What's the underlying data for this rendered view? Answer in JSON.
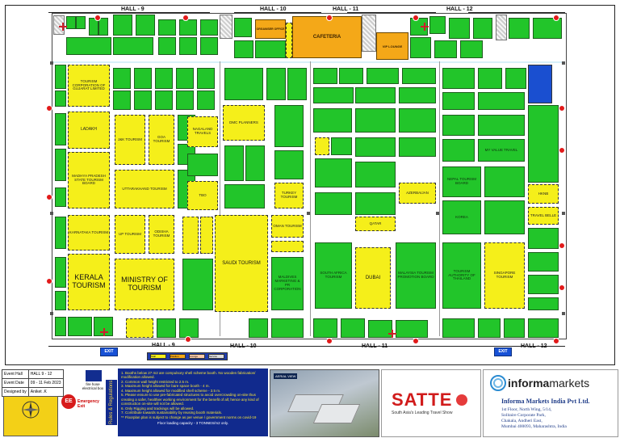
{
  "halls": {
    "top": [
      "HALL - 9",
      "HALL - 10",
      "HALL - 11",
      "HALL - 12"
    ],
    "bottom": [
      "HALL - 9",
      "HALL - 10",
      "HALL - 11",
      "HALL - 12"
    ]
  },
  "features": {
    "cafeteria": "CAFETERIA",
    "organiser": "ORGANISER OFFICE",
    "vip": "VIP LOUNGE",
    "exit_left": "EXIT",
    "exit_right": "EXIT"
  },
  "pavilions": {
    "corp_gujarat": "TOURISM CORPORATION OF GUJARAT LIMITED",
    "ladakh": "LADAKH",
    "jk": "J&K TOURISM",
    "goa": "GOA TOURISM",
    "mp": "MADHYA PRADESH STATE TOURISM BOARD",
    "uttarakhand": "UTTARAKHAND TOURISM",
    "karnataka": "KARNATAKA TOURISM",
    "up": "UP TOURISM",
    "odisha": "ODISHA TOURISM",
    "kerala": "KERALA TOURISM",
    "ministry": "MINISTRY OF TOURISM",
    "saudi": "SAUDI TOURISM",
    "nagaland": "NAGALAND TRAVELS",
    "tbo": "TBO",
    "dmc_planners": "DMC PLANNERS",
    "maldives": "MALDIVES MARKETING & PR CORPORATION",
    "turkey": "TURKEY TOURISM",
    "oman": "OMAN TOURISM",
    "south_africa": "SOUTH AFRICA TOURISM",
    "dubai": "DUBAI",
    "qatar": "QATAR",
    "azerbaijan": "AZERBAIJAN",
    "thailand": "TOURISM AUTHORITY OF THAILAND",
    "malaysia": "MALAYSIA TOURISM PROMOTION BOARD",
    "singapore": "SINGAPORE TOURISM",
    "nepal": "NEPAL TOURISM BOARD",
    "korea": "KOREA",
    "my_value": "MY VALUE TRAVEL",
    "hknb": "HKNB",
    "travel": "TRAVEL BELLE"
  },
  "legend": {
    "items": [
      "Stall",
      "Pavilion",
      "Lounge",
      "Service"
    ]
  },
  "info_table": [
    {
      "label": "Event Hall",
      "value": "HALL 9 - 12"
    },
    {
      "label": "Event Date",
      "value": "09 - 11 Feb 2023"
    },
    {
      "label": "Designed by",
      "value": "Aniket .K"
    }
  ],
  "fire_box": "fire hose electrical box",
  "emergency": "Emergency Exit",
  "ee_icon": "EE",
  "notes": {
    "items": [
      "1. Booths below 27 m2 are compulsory shell scheme booth. No wooden fabrication/ modification allowed.",
      "2. Common wall height restricted to 2.5 m.",
      "3. Maximum height allowed for bare space booth - 4 m.",
      "4. Maximum height allowed for modified shell scheme - 3.5 m.",
      "5. Please ensure to use pre-fabricated structures to avoid overcrowding on-site thus creating a safer, healthier working environment for the benefit of all; hence any kind of construction on-site will not be allowed.",
      "6. Only Rigging and trackings will be allowed.",
      "7. Contribute towards sustainability by reusing booth materials.",
      "** Floorplan plan is subject to change as per venue / government norms on covid-19"
    ],
    "capacity": "Floor loading capacity - 3 TONNES/m2 only."
  },
  "side_text": "Rules & Regulations",
  "satte": {
    "logo": "SATTE",
    "tagline": "South Asia's Leading Travel Show"
  },
  "informa": {
    "logo_a": "informa",
    "logo_b": "markets",
    "company": "Informa Markets India Pvt Ltd.",
    "address": [
      "1st Floor, North Wing, 5/14,",
      "Solitaire Corporate Park,",
      "Chakala, Andheri East,",
      "Mumbai 400093, Maharashtra, India"
    ]
  },
  "aerial_label": "AERIAL VIEW",
  "colors": {
    "stall": "#22c52a",
    "pavilion": "#f5ef1a",
    "service": "#f4a818",
    "exit": "#1751d6",
    "fire": "#e21a1a",
    "notes_bg": "#112a8d"
  }
}
